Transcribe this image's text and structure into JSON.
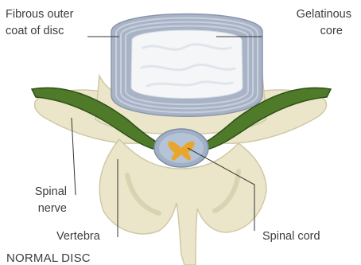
{
  "labels": {
    "fibrous_line1": "Fibrous outer",
    "fibrous_line2": "coat of disc",
    "gelatinous_line1": "Gelatinous",
    "gelatinous_line2": "core",
    "spinal_nerve_line1": "Spinal",
    "spinal_nerve_line2": "nerve",
    "vertebra": "Vertebra",
    "spinal_cord": "Spinal cord"
  },
  "caption": "NORMAL DISC",
  "colors": {
    "bone": "#ebe6c9",
    "bone_shade": "#cfc9a6",
    "disc_outer": "#a9b3c6",
    "disc_ring": "#c8d0de",
    "nucleus": "#f4f6f8",
    "nerve": "#4f7a2a",
    "nerve_dark": "#2f5217",
    "cord_sheath": "#9fb0c7",
    "cord_grey": "#e8a72c",
    "leader": "#333333"
  }
}
